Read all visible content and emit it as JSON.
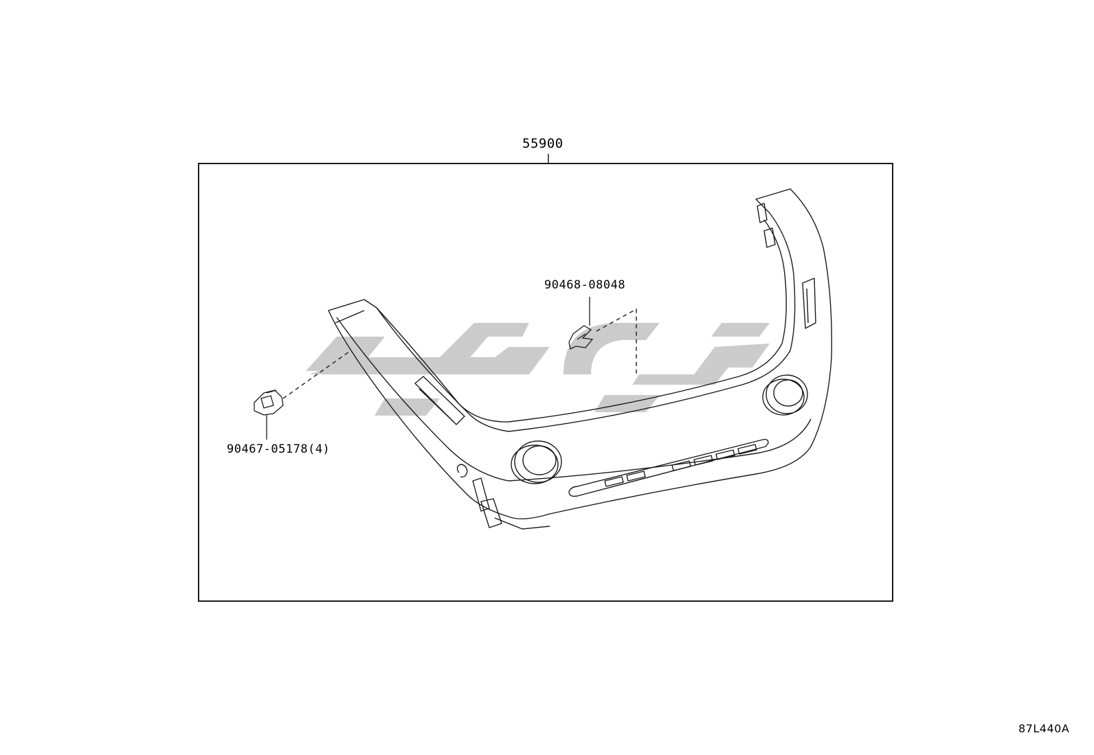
{
  "parts": {
    "assembly": "55900",
    "clip_upper": "90468-08048",
    "clip_lower": "90467-05178(4)"
  },
  "diagram_code": "87L440A",
  "watermark": {
    "color": "#c8c8c8"
  },
  "colors": {
    "line": "#1a1a1a",
    "background": "#ffffff"
  }
}
